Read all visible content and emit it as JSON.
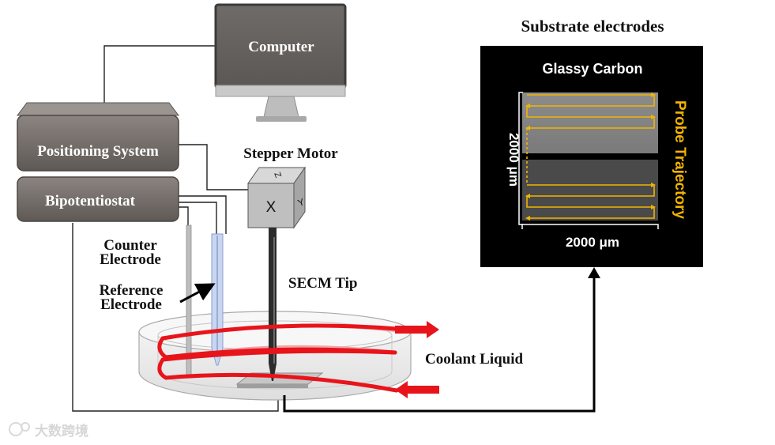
{
  "labels": {
    "computer": "Computer",
    "positioning_system": "Positioning System",
    "bipotentiostat": "Bipotentiostat",
    "stepper_motor": "Stepper Motor",
    "axis_x": "X",
    "axis_y": "Y",
    "axis_z": "Z",
    "counter_electrode_line1": "Counter",
    "counter_electrode_line2": "Electrode",
    "reference_electrode_line1": "Reference",
    "reference_electrode_line2": "Electrode",
    "secm_tip": "SECM Tip",
    "coolant_liquid": "Coolant Liquid",
    "substrate_title": "Substrate electrodes",
    "glassy_carbon": "Glassy Carbon",
    "dim_vertical": "2000 μm",
    "dim_horizontal": "2000 μm",
    "probe_trajectory": "Probe Trajectory",
    "watermark": "大数跨境"
  },
  "colors": {
    "device_gray": "#6e6763",
    "trajectory": "#f2b400",
    "coolant_red": "#e8141b",
    "panel_black": "#000000"
  },
  "icons": {
    "watermark_logo": "watermark-logo-icon"
  }
}
